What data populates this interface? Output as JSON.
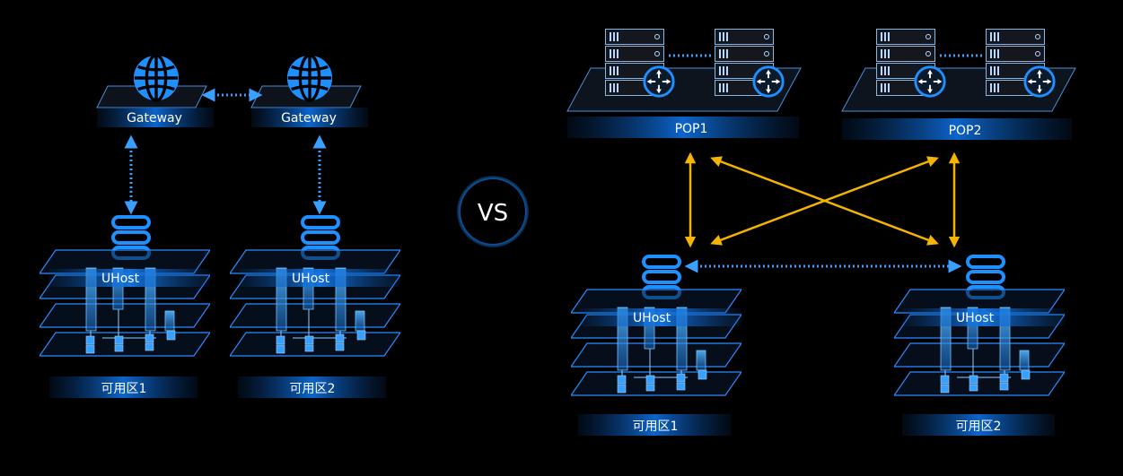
{
  "left": {
    "gateways": [
      {
        "label": "Gateway"
      },
      {
        "label": "Gateway"
      }
    ],
    "zones": [
      {
        "host": "UHost",
        "label": "可用区1"
      },
      {
        "host": "UHost",
        "label": "可用区2"
      }
    ]
  },
  "vs_label": "VS",
  "right": {
    "pops": [
      {
        "label": "POP1"
      },
      {
        "label": "POP2"
      }
    ],
    "zones": [
      {
        "host": "UHost",
        "label": "可用区1"
      },
      {
        "host": "UHost",
        "label": "可用区2"
      }
    ]
  },
  "colors": {
    "background": "#000000",
    "accent_blue": "#1e90ff",
    "link_dotted": "#3aa0ff",
    "cross_link": "#f5b400",
    "grid_line": "#2b8cff",
    "label_bar": "#0c5fb8"
  }
}
